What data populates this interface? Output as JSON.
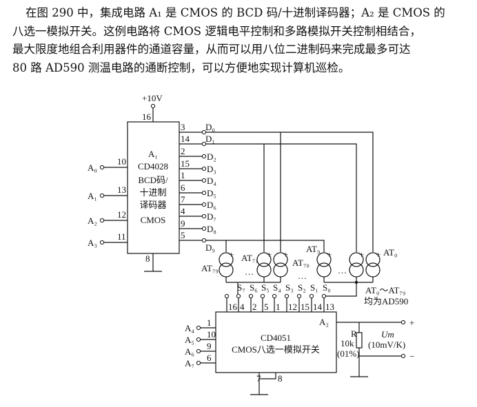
{
  "paragraph": {
    "lines": [
      "在图 290 中，集成电路 A₁ 是 CMOS 的 BCD 码/十进制译码器；A₂ 是 CMOS 的",
      "八选一模拟开关。这例电路将 CMOS 逻辑电平控制和多路模拟开关控制相结合，",
      "最大限度地组合利用器件的通道容量，从而可以用八位二进制码来完成最多可达",
      "80 路 AD590 测温电路的通断控制，可以方便地实现计算机巡检。"
    ]
  },
  "a1": {
    "supply": "+10V",
    "supply_pin": "16",
    "ground_pin": "8",
    "labels": [
      "A₁",
      "CD4028",
      "BCD码/",
      "十进制",
      "译码器",
      "CMOS"
    ],
    "inputs": [
      {
        "name": "A₀",
        "pin": "10"
      },
      {
        "name": "A₁",
        "pin": "13"
      },
      {
        "name": "A₂",
        "pin": "12"
      },
      {
        "name": "A₃",
        "pin": "11"
      }
    ],
    "outputs": [
      {
        "pin": "3",
        "name": "D₀"
      },
      {
        "pin": "14",
        "name": "D₁"
      },
      {
        "pin": "2",
        "name": "D₂"
      },
      {
        "pin": "15",
        "name": "D₃"
      },
      {
        "pin": "1",
        "name": "D₄"
      },
      {
        "pin": "6",
        "name": "D₅"
      },
      {
        "pin": "7",
        "name": "D₆"
      },
      {
        "pin": "4",
        "name": "D₇"
      },
      {
        "pin": "9",
        "name": "D₈"
      },
      {
        "pin": "5",
        "name": "D₉"
      }
    ]
  },
  "sensors": {
    "labels": [
      "AT₇₉",
      "AT₇₁",
      "AT₇₀",
      "AT₉",
      "AT₀"
    ],
    "ellipsis": "…",
    "plus": "+",
    "note": [
      "AT₀～AT₇₉",
      "均为AD590"
    ]
  },
  "a2": {
    "name": "A₂",
    "labels": [
      "CD4051",
      "CMOS八选一模拟开关"
    ],
    "switch_labels": [
      "S₇",
      "S₆",
      "S₅",
      "S₄",
      "S₃",
      "S₂",
      "S₁",
      "S₀"
    ],
    "top_pins": [
      "16",
      "4",
      "2",
      "5",
      "1",
      "12",
      "15",
      "14",
      "13"
    ],
    "inputs": [
      {
        "name": "A₄",
        "pin": "1"
      },
      {
        "name": "A₅",
        "pin": "10"
      },
      {
        "name": "A₆",
        "pin": "9"
      },
      {
        "name": "A₇",
        "pin": "6"
      }
    ],
    "bottom_pins": [
      "7",
      "8"
    ]
  },
  "output": {
    "resistor": [
      "R",
      "10k",
      "(01%)"
    ],
    "voltage": "Uт",
    "scale": "(10mV/K)",
    "plus": "+",
    "minus": "−"
  }
}
